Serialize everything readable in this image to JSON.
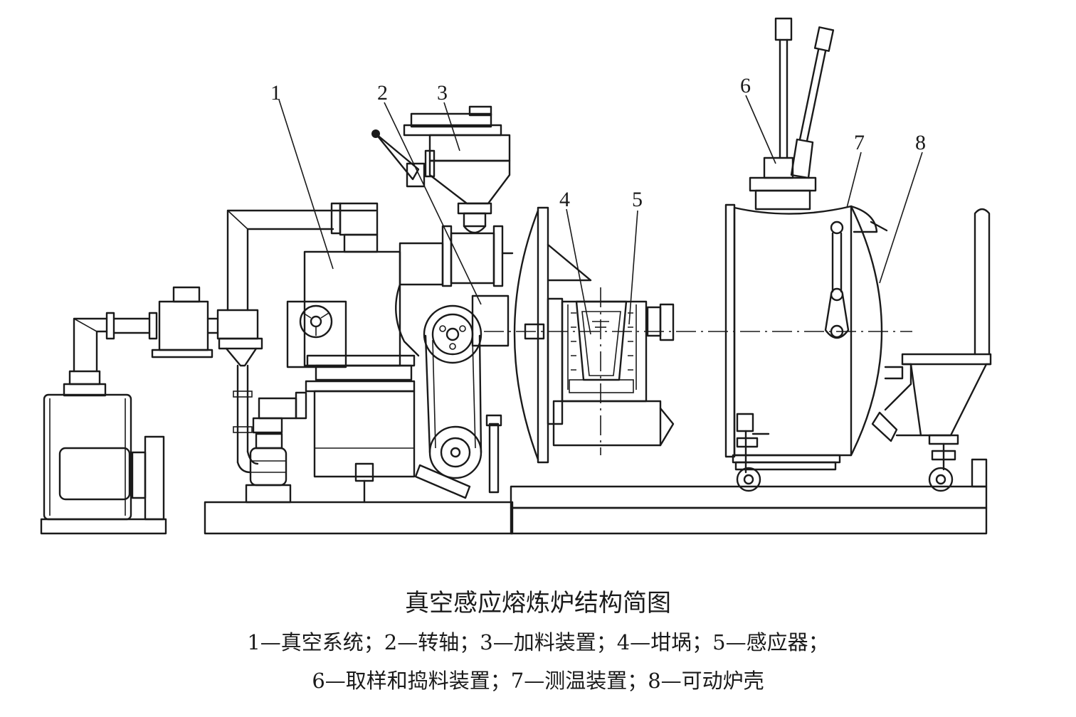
{
  "diagram": {
    "title": "真空感应熔炼炉结构简图",
    "callouts": [
      "1",
      "2",
      "3",
      "4",
      "5",
      "6",
      "7",
      "8"
    ],
    "legend": [
      "1—真空系统；2—转轴；3—加料装置；4—坩埚；5—感应器；",
      "6—取样和捣料装置；7—测温装置；8—可动炉壳"
    ]
  }
}
